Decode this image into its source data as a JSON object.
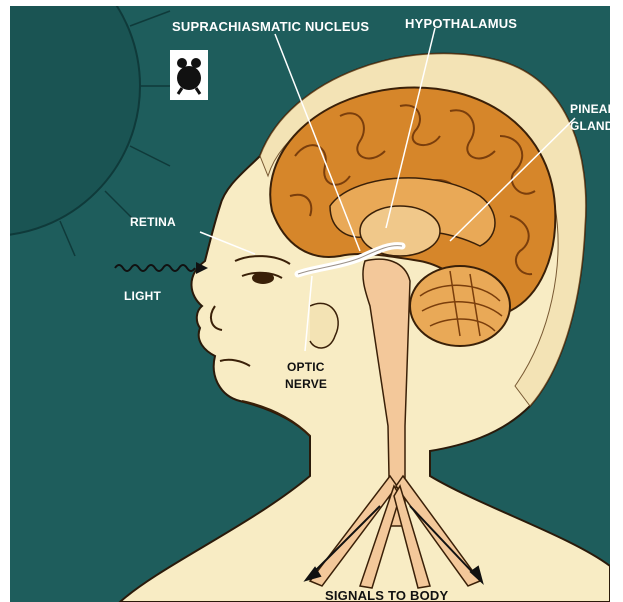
{
  "labels": {
    "suprachiasmatic_nucleus": "SUPRACHIASMATIC NUCLEUS",
    "hypothalamus": "HYPOTHALAMUS",
    "pineal_line1": "PINEAL",
    "pineal_line2": "GLAND",
    "retina": "RETINA",
    "light": "LIGHT",
    "optic_line1": "OPTIC",
    "optic_line2": "NERVE",
    "signals": "SIGNALS TO BODY"
  },
  "icons": {
    "clock": "alarm-clock-icon",
    "sun": "sun-icon"
  },
  "colors": {
    "background": "#1e5d5c",
    "skin": "#f8ecc4",
    "brain": "#d6862a",
    "brain_dark": "#a95c12",
    "nerve": "#ffffff",
    "outline": "#2a1a0a"
  }
}
